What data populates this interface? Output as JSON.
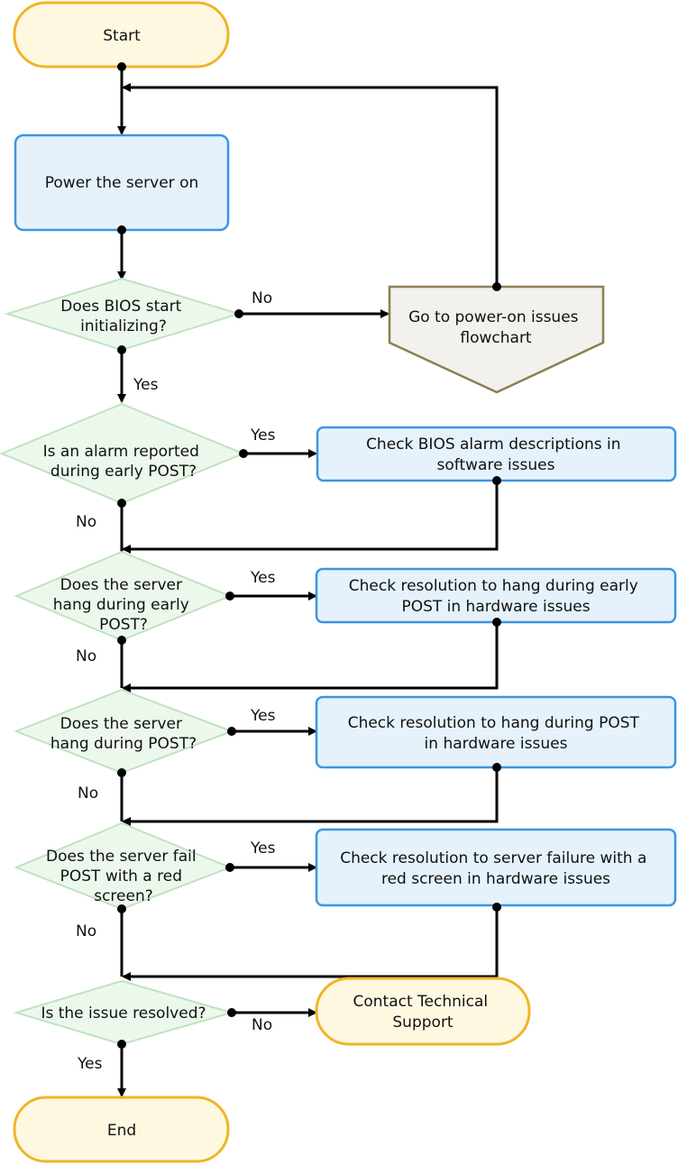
{
  "colors": {
    "terminal_fill": "#fff8e1",
    "terminal_stroke": "#f0b428",
    "process_fill": "#e5f2fc",
    "process_stroke": "#3c96e0",
    "decision_fill": "#edf8ed",
    "decision_stroke": "#bfe3bf",
    "offpage_fill": "#f2f1ee",
    "offpage_stroke": "#8c7f52",
    "line": "#000000"
  },
  "nodes": {
    "start": {
      "label": "Start"
    },
    "power_on": {
      "label": "Power the server on"
    },
    "bios_init": {
      "label": [
        "Does BIOS start",
        "initializing?"
      ]
    },
    "power_issues": {
      "label": [
        "Go to power-on issues",
        "flowchart"
      ]
    },
    "alarm_early": {
      "label": [
        "Is an alarm reported",
        "during early POST?"
      ]
    },
    "check_bios_alarm": {
      "label": [
        "Check BIOS alarm descriptions in",
        "software issues"
      ]
    },
    "hang_early": {
      "label": [
        "Does the server",
        "hang during early",
        "POST?"
      ]
    },
    "check_hang_early": {
      "label": [
        "Check resolution to hang during early",
        "POST in hardware issues"
      ]
    },
    "hang_post": {
      "label": [
        "Does the server",
        "hang during POST?"
      ]
    },
    "check_hang_post": {
      "label": [
        "Check resolution to hang during POST",
        "in hardware issues"
      ]
    },
    "red_screen": {
      "label": [
        "Does the server fail",
        "POST with a red",
        "screen?"
      ]
    },
    "check_red_screen": {
      "label": [
        "Check resolution to server failure with a",
        "red screen in hardware issues"
      ]
    },
    "resolved": {
      "label": "Is the issue resolved?"
    },
    "contact_support": {
      "label": [
        "Contact Technical",
        "Support"
      ]
    },
    "end": {
      "label": "End"
    }
  },
  "edge_labels": {
    "bios_no": "No",
    "bios_yes": "Yes",
    "alarm_yes": "Yes",
    "alarm_no": "No",
    "hang_early_yes": "Yes",
    "hang_early_no": "No",
    "hang_post_yes": "Yes",
    "hang_post_no": "No",
    "red_yes": "Yes",
    "red_no": "No",
    "resolved_no": "No",
    "resolved_yes": "Yes"
  }
}
